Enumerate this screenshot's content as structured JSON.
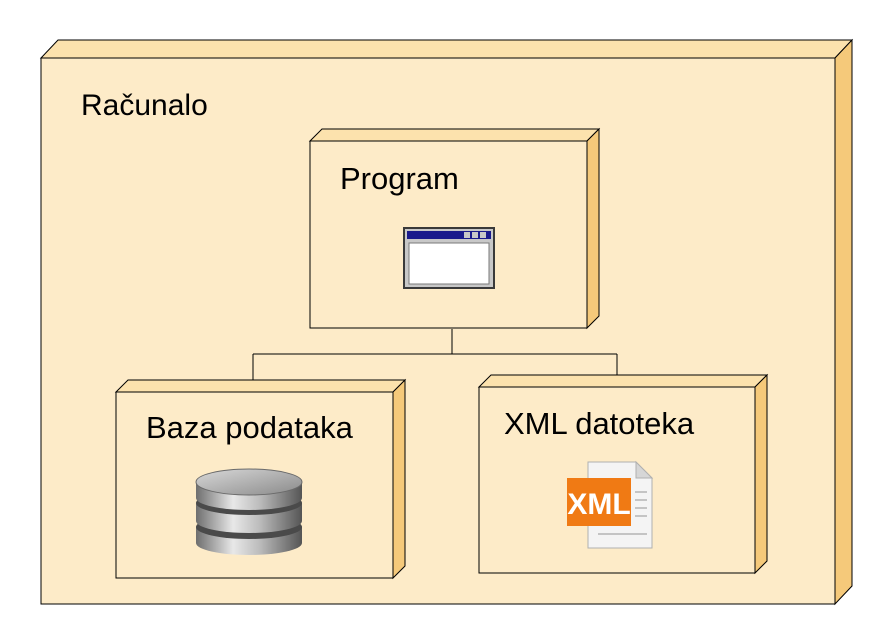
{
  "diagram": {
    "outer_node": {
      "label": "Računalo"
    },
    "nodes": {
      "program": {
        "label": "Program",
        "icon": "program-window-icon"
      },
      "database": {
        "label": "Baza podataka",
        "icon": "database-icon"
      },
      "xml": {
        "label": "XML datoteka",
        "icon": "xml-file-icon",
        "icon_text": "XML"
      }
    },
    "colors": {
      "node_face": "#FDEBC8",
      "node_side": "#F5C97A",
      "node_top": "#FCE2AD",
      "outline": "#000000",
      "window_title": "#1A1A8C",
      "xml_badge": "#F07A14"
    }
  }
}
